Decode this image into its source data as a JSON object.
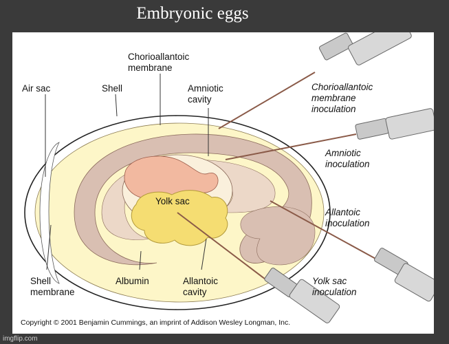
{
  "title": "Embryonic eggs",
  "labels": {
    "chorioallantoic_membrane": "Chorioallantoic\nmembrane",
    "air_sac": "Air sac",
    "shell": "Shell",
    "amniotic_cavity": "Amniotic\ncavity",
    "yolk_sac": "Yolk sac",
    "shell_membrane": "Shell\nmembrane",
    "albumin": "Albumin",
    "allantoic_cavity": "Allantoic\ncavity"
  },
  "inoculations": {
    "chorioallantoic": "Chorioallantoic\nmembrane\ninoculation",
    "amniotic": "Amniotic\ninoculation",
    "allantoic": "Allantoic\ninoculation",
    "yolk_sac": "Yolk sac\ninoculation"
  },
  "copyright": "Copyright © 2001 Benjamin Cummings, an imprint of Addison Wesley Longman, Inc.",
  "watermark": "imgflip.com",
  "colors": {
    "background": "#3a3a3a",
    "albumin": "#fdf6c8",
    "membrane": "#d9bfb2",
    "amnion_fill": "#faf0dc",
    "yolk": "#f5dd72",
    "embryo": "#f2b9a0",
    "syringe": "#c9c9c9",
    "needle": "#8a5a48"
  }
}
